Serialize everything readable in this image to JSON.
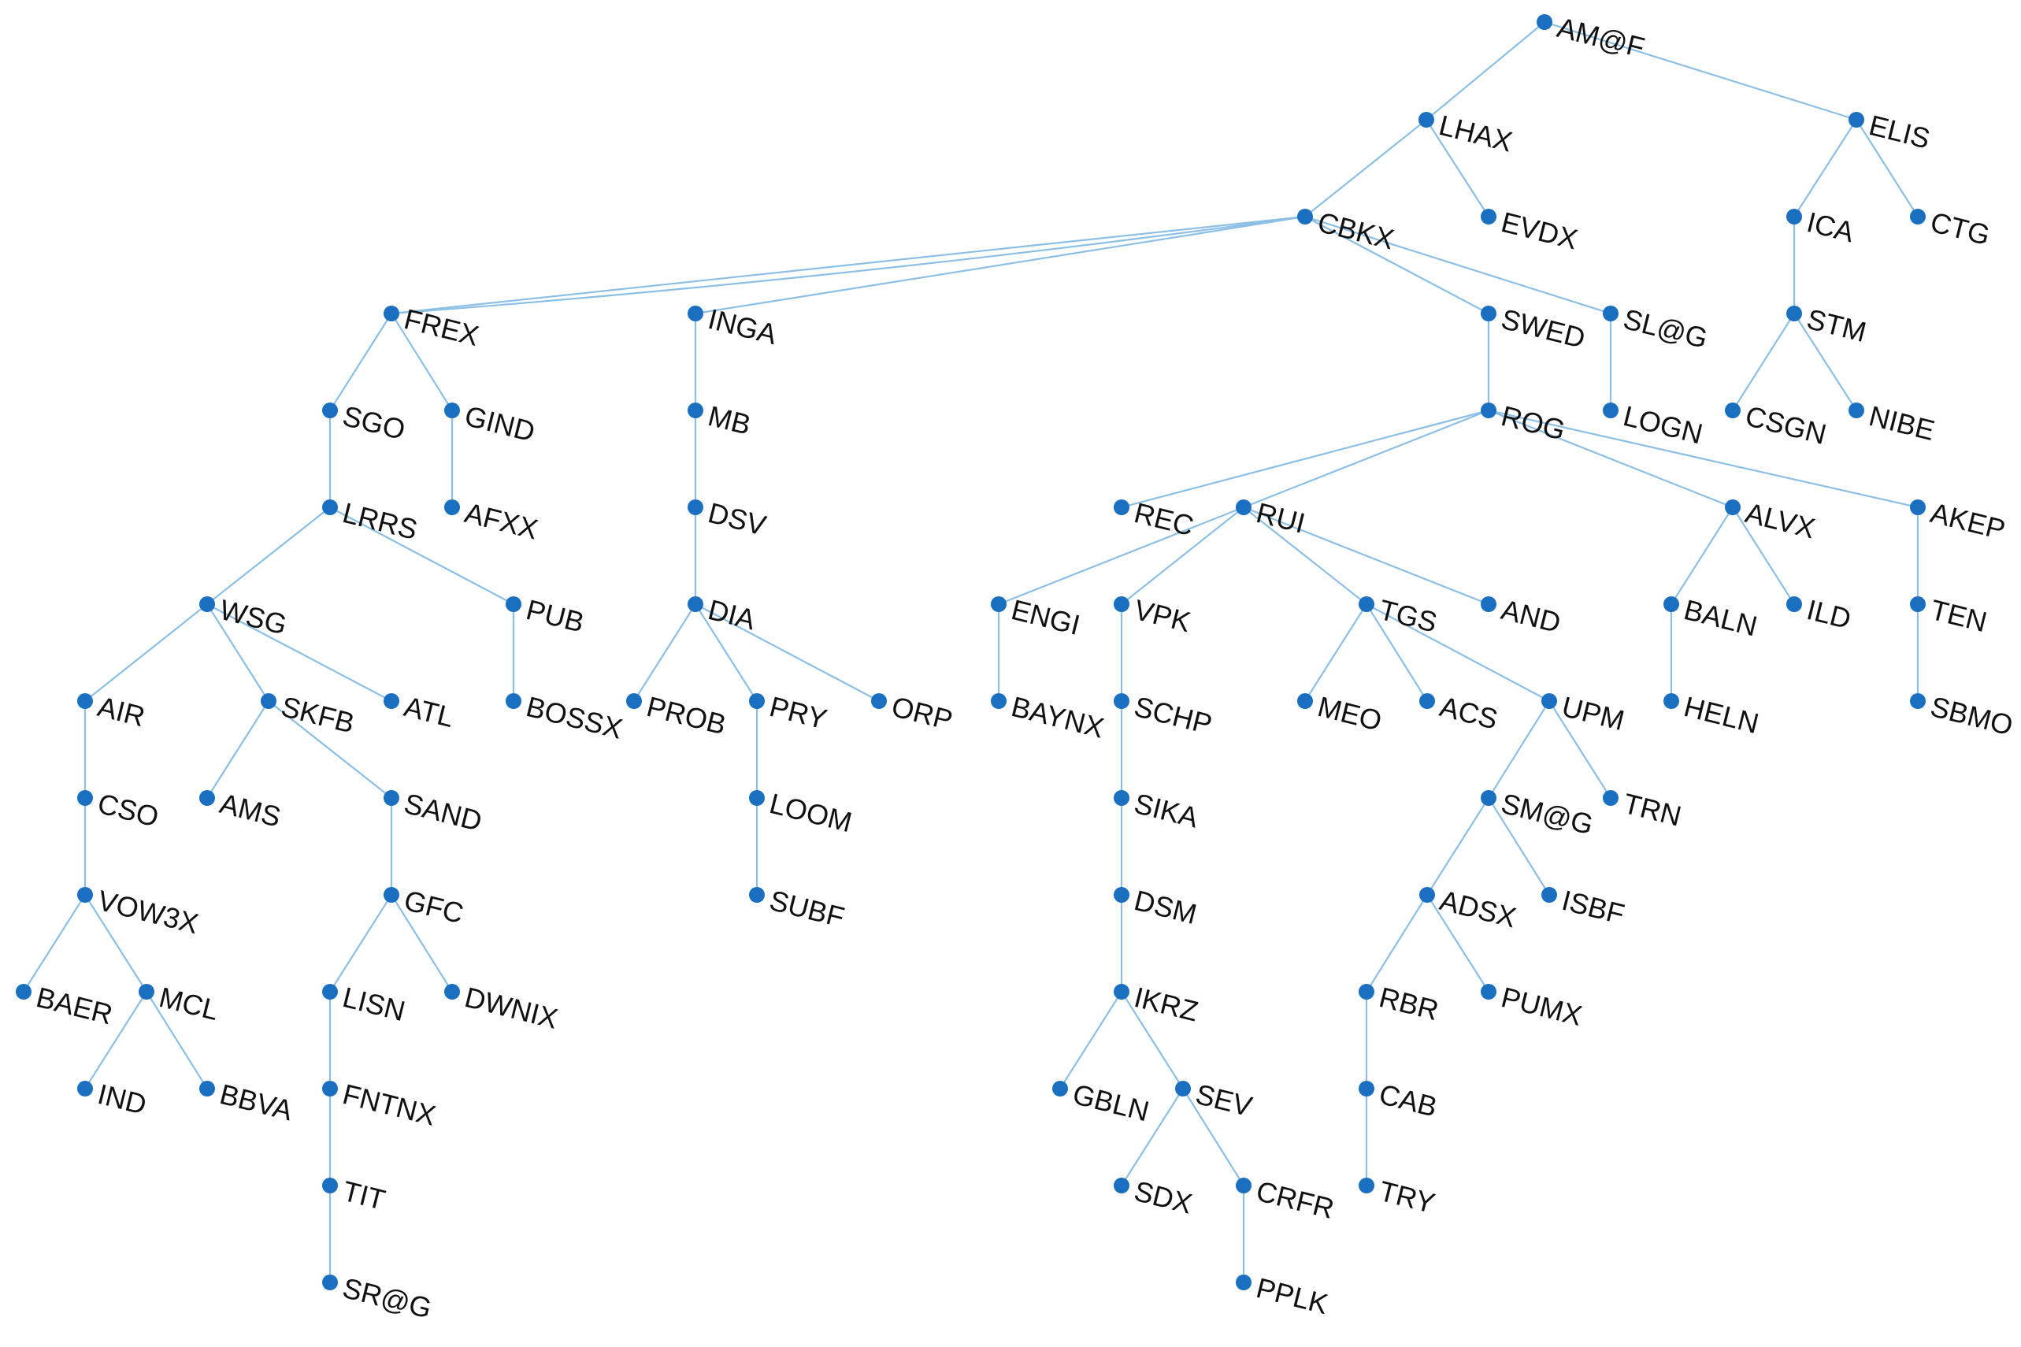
{
  "tree": {
    "root": "AM@F",
    "nodes": [
      {
        "id": "AM@F",
        "parent": null
      },
      {
        "id": "LHAX",
        "parent": "AM@F"
      },
      {
        "id": "ELIS",
        "parent": "AM@F"
      },
      {
        "id": "CBKX",
        "parent": "LHAX"
      },
      {
        "id": "EVDX",
        "parent": "LHAX"
      },
      {
        "id": "ICA",
        "parent": "ELIS"
      },
      {
        "id": "CTG",
        "parent": "ELIS"
      },
      {
        "id": "STM",
        "parent": "ICA"
      },
      {
        "id": "CSGN",
        "parent": "STM"
      },
      {
        "id": "NIBE",
        "parent": "STM"
      },
      {
        "id": "FREX",
        "parent": "CBKX"
      },
      {
        "id": "INGA",
        "parent": "CBKX"
      },
      {
        "id": "SWED",
        "parent": "CBKX"
      },
      {
        "id": "SL@G",
        "parent": "CBKX"
      },
      {
        "id": "LOGN",
        "parent": "SL@G"
      },
      {
        "id": "SGO",
        "parent": "FREX"
      },
      {
        "id": "GIND",
        "parent": "FREX"
      },
      {
        "id": "AFXX",
        "parent": "GIND"
      },
      {
        "id": "LRRS",
        "parent": "SGO"
      },
      {
        "id": "WSG",
        "parent": "LRRS"
      },
      {
        "id": "PUB",
        "parent": "LRRS"
      },
      {
        "id": "BOSSX",
        "parent": "PUB"
      },
      {
        "id": "AIR",
        "parent": "WSG"
      },
      {
        "id": "SKFB",
        "parent": "WSG"
      },
      {
        "id": "ATL",
        "parent": "WSG"
      },
      {
        "id": "CSO",
        "parent": "AIR"
      },
      {
        "id": "VOW3X",
        "parent": "CSO"
      },
      {
        "id": "BAER",
        "parent": "VOW3X"
      },
      {
        "id": "MCL",
        "parent": "VOW3X"
      },
      {
        "id": "IND",
        "parent": "MCL"
      },
      {
        "id": "BBVA",
        "parent": "MCL"
      },
      {
        "id": "AMS",
        "parent": "SKFB"
      },
      {
        "id": "SAND",
        "parent": "SKFB"
      },
      {
        "id": "GFC",
        "parent": "SAND"
      },
      {
        "id": "LISN",
        "parent": "GFC"
      },
      {
        "id": "DWNIX",
        "parent": "GFC"
      },
      {
        "id": "FNTNX",
        "parent": "LISN"
      },
      {
        "id": "TIT",
        "parent": "FNTNX"
      },
      {
        "id": "SR@G",
        "parent": "TIT"
      },
      {
        "id": "MB",
        "parent": "INGA"
      },
      {
        "id": "DSV",
        "parent": "MB"
      },
      {
        "id": "DIA",
        "parent": "DSV"
      },
      {
        "id": "PROB",
        "parent": "DIA"
      },
      {
        "id": "PRY",
        "parent": "DIA"
      },
      {
        "id": "ORP",
        "parent": "DIA"
      },
      {
        "id": "LOOM",
        "parent": "PRY"
      },
      {
        "id": "SUBF",
        "parent": "LOOM"
      },
      {
        "id": "ROG",
        "parent": "SWED"
      },
      {
        "id": "REC",
        "parent": "ROG"
      },
      {
        "id": "RUI",
        "parent": "ROG"
      },
      {
        "id": "ALVX",
        "parent": "ROG"
      },
      {
        "id": "AKEP",
        "parent": "ROG"
      },
      {
        "id": "ENGI",
        "parent": "RUI"
      },
      {
        "id": "VPK",
        "parent": "RUI"
      },
      {
        "id": "TGS",
        "parent": "RUI"
      },
      {
        "id": "AND",
        "parent": "RUI"
      },
      {
        "id": "BAYNX",
        "parent": "ENGI"
      },
      {
        "id": "SCHP",
        "parent": "VPK"
      },
      {
        "id": "SIKA",
        "parent": "SCHP"
      },
      {
        "id": "DSM",
        "parent": "SIKA"
      },
      {
        "id": "IKRZ",
        "parent": "DSM"
      },
      {
        "id": "GBLN",
        "parent": "IKRZ"
      },
      {
        "id": "SEV",
        "parent": "IKRZ"
      },
      {
        "id": "SDX",
        "parent": "SEV"
      },
      {
        "id": "CRFR",
        "parent": "SEV"
      },
      {
        "id": "PPLK",
        "parent": "CRFR"
      },
      {
        "id": "MEO",
        "parent": "TGS"
      },
      {
        "id": "ACS",
        "parent": "TGS"
      },
      {
        "id": "UPM",
        "parent": "TGS"
      },
      {
        "id": "SM@G",
        "parent": "UPM"
      },
      {
        "id": "TRN",
        "parent": "UPM"
      },
      {
        "id": "ADSX",
        "parent": "SM@G"
      },
      {
        "id": "ISBF",
        "parent": "SM@G"
      },
      {
        "id": "RBR",
        "parent": "ADSX"
      },
      {
        "id": "PUMX",
        "parent": "ADSX"
      },
      {
        "id": "CAB",
        "parent": "RBR"
      },
      {
        "id": "TRY",
        "parent": "CAB"
      },
      {
        "id": "BALN",
        "parent": "ALVX"
      },
      {
        "id": "ILD",
        "parent": "ALVX"
      },
      {
        "id": "HELN",
        "parent": "BALN"
      },
      {
        "id": "TEN",
        "parent": "AKEP"
      },
      {
        "id": "SBMO",
        "parent": "TEN"
      }
    ],
    "extra_edges": [
      {
        "from": "CBKX",
        "to": "FREX"
      }
    ]
  },
  "colors": {
    "node": "#1a6fc1",
    "edge": "#8dbfe6",
    "label": "#111111",
    "background": "#ffffff"
  }
}
